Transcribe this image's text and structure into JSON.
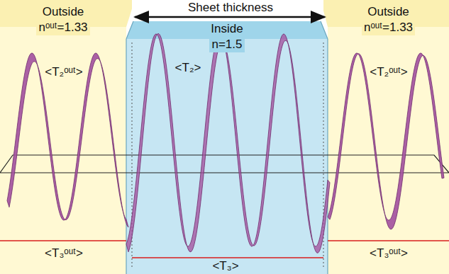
{
  "diagram": {
    "nodes": [
      {
        "text": [
          "Outside",
          "nᵒᵘᵗ=1.33"
        ]
      },
      {
        "text": [
          "Inside",
          "n=1.5"
        ]
      },
      {
        "text": [
          "Outside",
          "nᵒᵘᵗ=1.33"
        ]
      }
    ],
    "labels": [
      "Sheet thickness",
      "<T₂ᵒᵘᵗ>",
      "<T₂>",
      "<T₂ᵒᵘᵗ>",
      "<T₃ᵒᵘᵗ>",
      "<T₃>",
      "<T₃ᵒᵘᵗ>"
    ]
  }
}
